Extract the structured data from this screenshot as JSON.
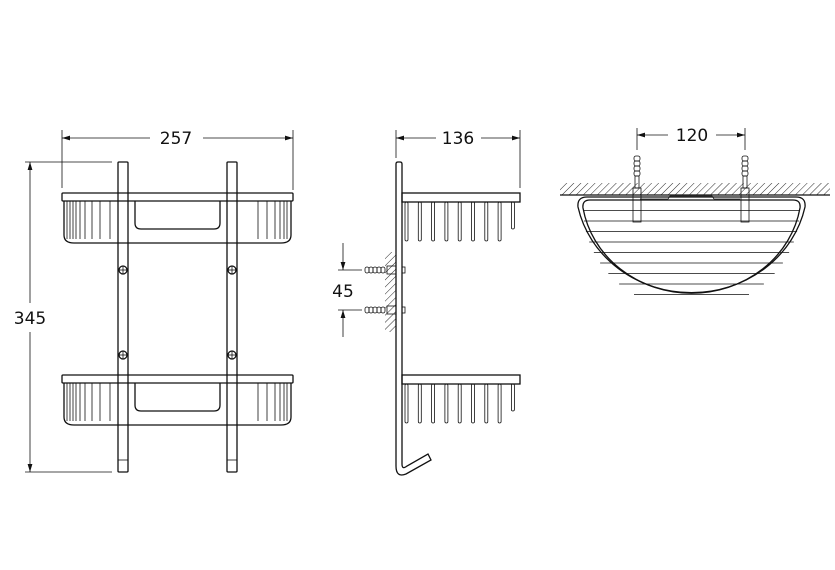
{
  "drawing": {
    "front_view": {
      "width_label": "257",
      "height_label": "345"
    },
    "side_view": {
      "depth_label": "136",
      "anchor_spacing_label": "45"
    },
    "top_view": {
      "anchor_distance_label": "120"
    },
    "line_color": "#111111",
    "background": "#ffffff"
  }
}
